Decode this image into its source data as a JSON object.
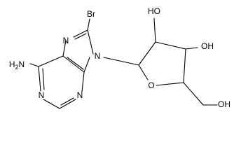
{
  "molecule": {
    "atom_labels": {
      "br": "Br",
      "n7": "N",
      "n9": "N",
      "n1": "N",
      "n3": "N",
      "amine": "H2N",
      "o_ring": "O",
      "oh_2prime": "HO",
      "oh_3prime": "OH",
      "oh_5prime": "OH"
    }
  }
}
